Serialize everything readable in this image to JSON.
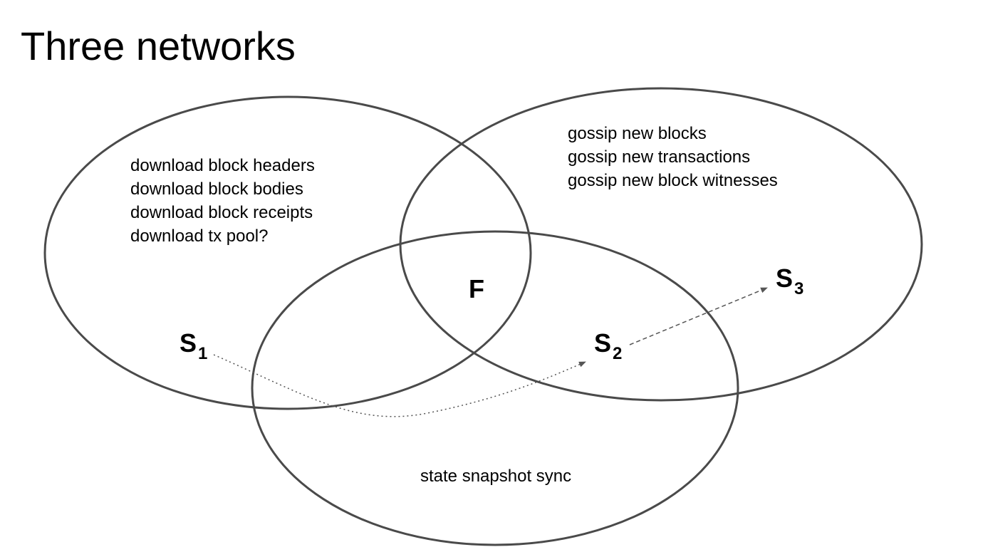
{
  "title": "Three networks",
  "networks": [
    {
      "items": [
        "download block headers",
        "download block bodies",
        "download block receipts",
        "download tx pool?"
      ]
    },
    {
      "items": [
        "gossip new blocks",
        "gossip new transactions",
        "gossip new block witnesses"
      ]
    },
    {
      "items": [
        "state snapshot sync"
      ]
    }
  ],
  "center": "F",
  "states": [
    {
      "letter": "S",
      "sub": "1"
    },
    {
      "letter": "S",
      "sub": "2"
    },
    {
      "letter": "S",
      "sub": "3"
    }
  ],
  "colors": {
    "outline": "#4a4a4a",
    "text": "#000000"
  }
}
